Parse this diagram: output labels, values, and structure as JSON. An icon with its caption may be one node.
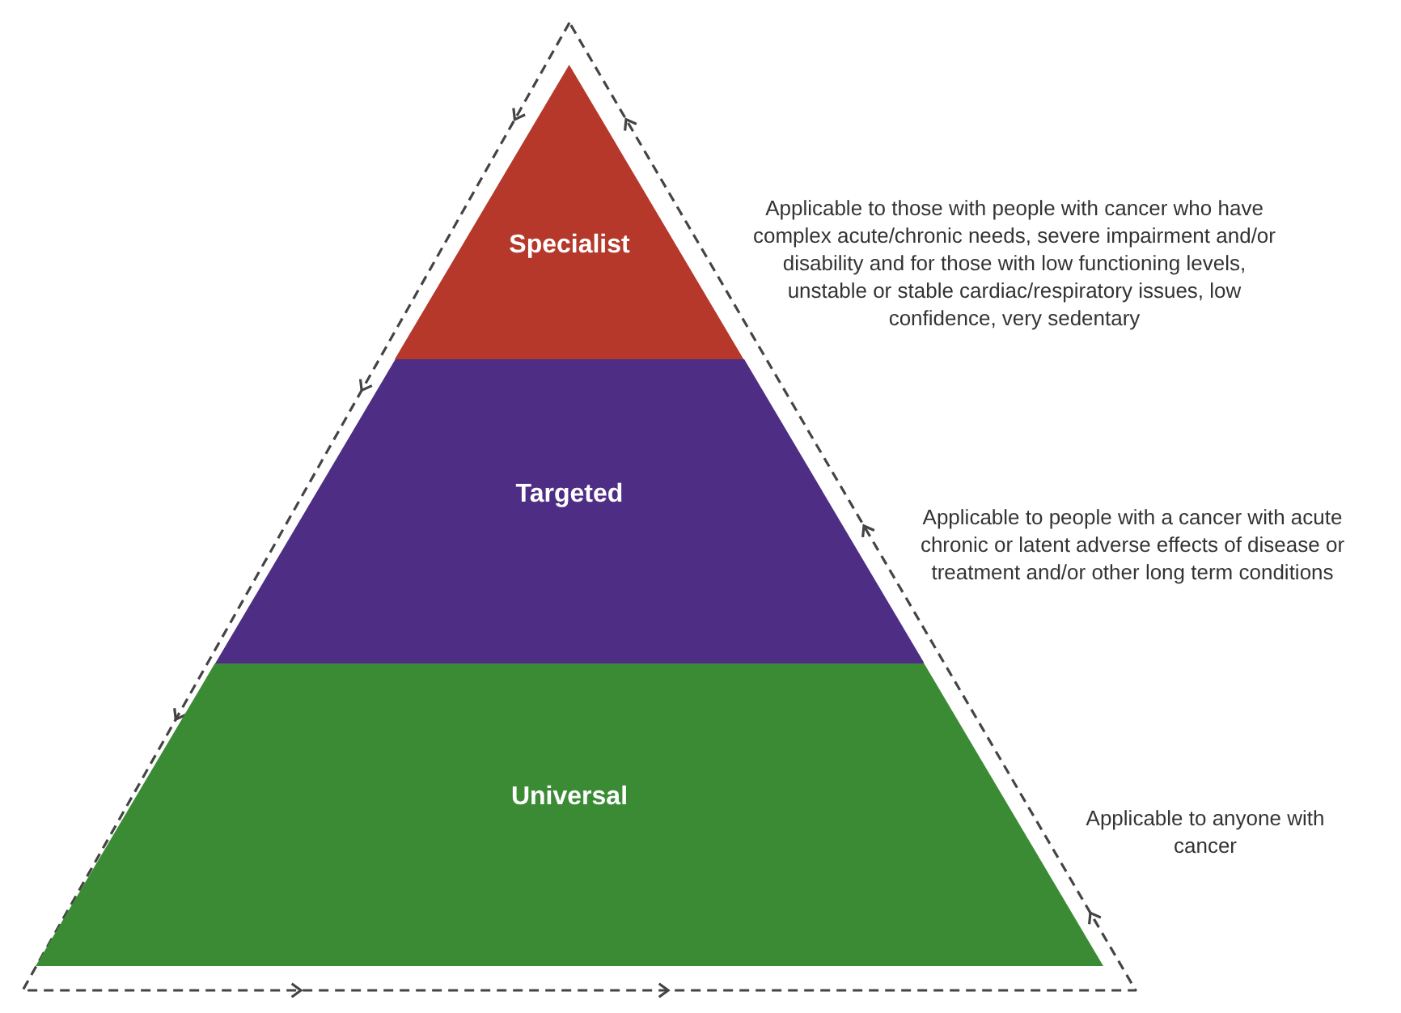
{
  "diagram": {
    "nodes": [
      {
        "text": [
          "Specialist"
        ],
        "beside": [
          "Applicable to those with people with cancer who have complex acute/chronic needs, severe impairment and/or disability and for those with low functioning levels, unstable or stable cardiac/respiratory issues, low confidence, very sedentary"
        ]
      },
      {
        "text": [
          "Targeted"
        ],
        "beside": [
          "Applicable to people with a cancer with acute chronic or latent adverse effects of disease or treatment and/or other long term conditions"
        ]
      },
      {
        "text": [
          "Universal"
        ],
        "beside": [
          "Applicable to anyone with cancer"
        ]
      }
    ]
  }
}
